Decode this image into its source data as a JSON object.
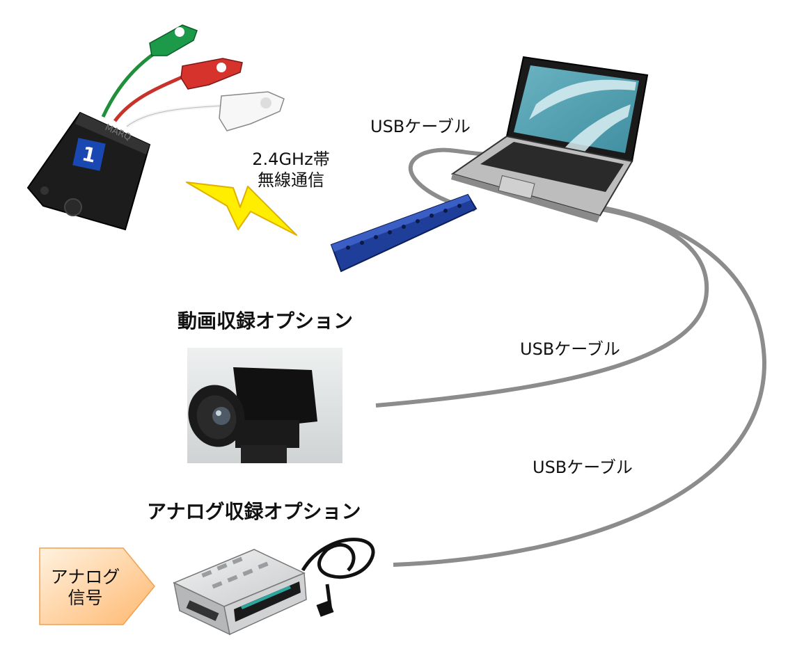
{
  "labels": {
    "usb_cable_top": "USBケーブル",
    "usb_cable_mid": "USBケーブル",
    "usb_cable_bottom": "USBケーブル",
    "wireless_line1": "2.4GHz帯",
    "wireless_line2": "無線通信",
    "video_option": "動画収録オプション",
    "analog_option": "アナログ収録オプション",
    "analog_signal_line1": "アナログ",
    "analog_signal_line2": "信号"
  },
  "devices": {
    "sensor_badge_number": "1",
    "sensor_brand": "MARQ"
  },
  "colors": {
    "cable": "#8c8c8c",
    "lightning": "#ffee00",
    "usb_hub": "#1e3e9a",
    "arrow_box": "#ffc68c",
    "badge": "#1a48b3"
  }
}
